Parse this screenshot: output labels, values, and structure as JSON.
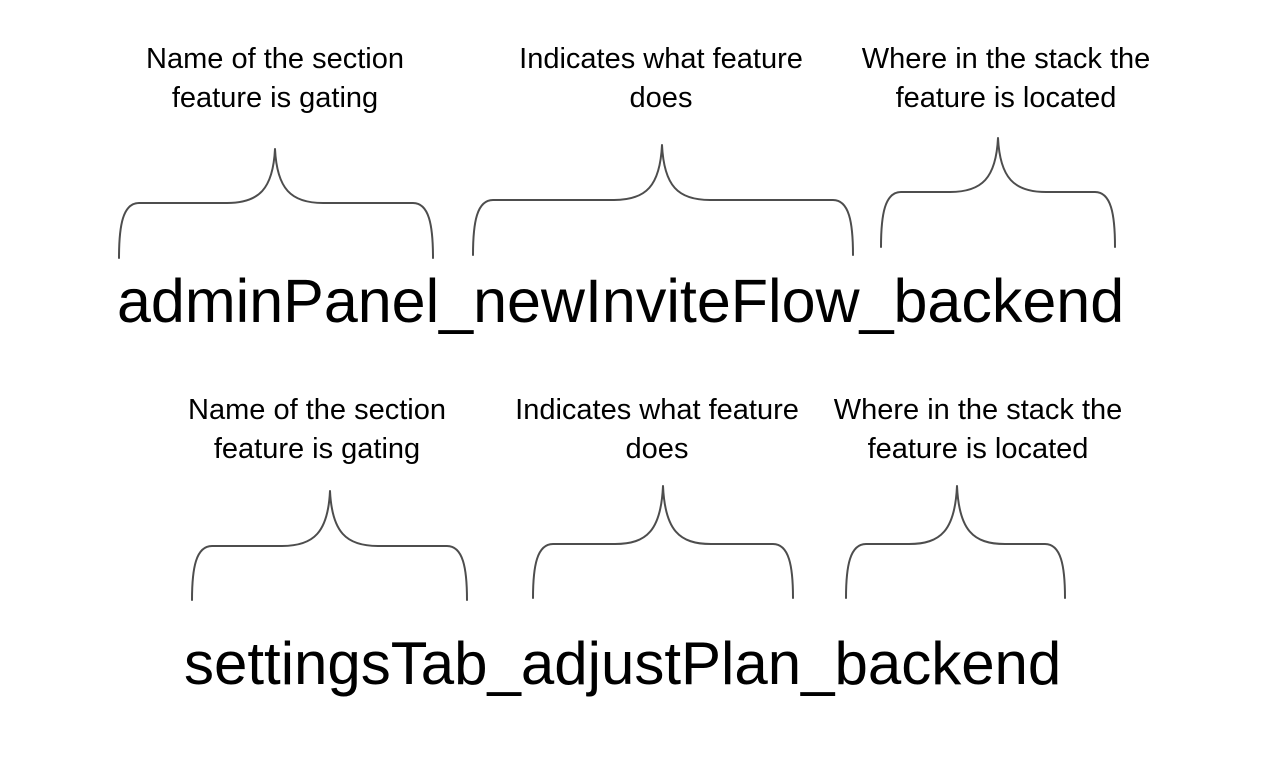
{
  "colors": {
    "background": "#ffffff",
    "text": "#000000",
    "brace": "#4d4d4d"
  },
  "annotation_labels": {
    "section": {
      "lines": [
        "Name of the section",
        "feature is gating"
      ]
    },
    "feature": {
      "lines": [
        "Indicates what feature",
        "does"
      ]
    },
    "stack": {
      "lines": [
        "Where in the stack the",
        "feature is located"
      ]
    }
  },
  "examples": [
    {
      "flag_name": "adminPanel_newInviteFlow_backend",
      "annotations": [
        {
          "lines": [
            "Name of the section",
            "feature is gating"
          ],
          "segment": "adminPanel"
        },
        {
          "lines": [
            "Indicates what feature",
            "does"
          ],
          "segment": "newInviteFlow"
        },
        {
          "lines": [
            "Where in the stack the",
            "feature is located"
          ],
          "segment": "backend"
        }
      ]
    },
    {
      "flag_name": "settingsTab_adjustPlan_backend",
      "annotations": [
        {
          "lines": [
            "Name of the section",
            "feature is gating"
          ],
          "segment": "settingsTab"
        },
        {
          "lines": [
            "Indicates what feature",
            "does"
          ],
          "segment": "adjustPlan"
        },
        {
          "lines": [
            "Where in the stack the",
            "feature is located"
          ],
          "segment": "backend"
        }
      ]
    }
  ]
}
